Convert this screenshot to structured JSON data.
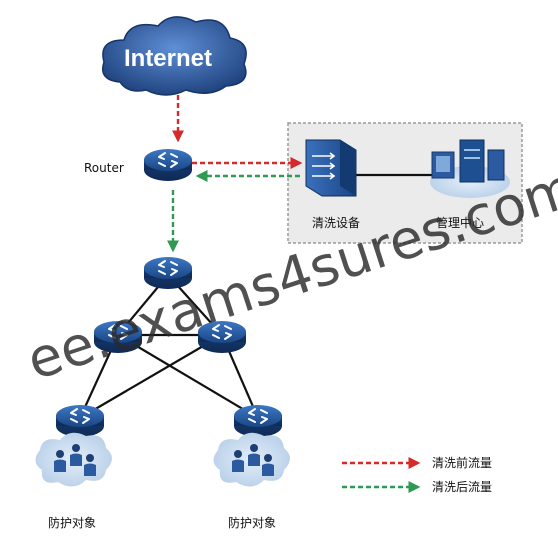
{
  "diagram": {
    "internet_label": "Internet",
    "router_label": "Router",
    "cleaning_device_label": "清洗设备",
    "management_center_label": "管理中心",
    "protected_target_left_label": "防护对象",
    "protected_target_right_label": "防护对象"
  },
  "legend": {
    "before_cleaning": {
      "label": "清洗前流量",
      "color": "#d42a2a"
    },
    "after_cleaning": {
      "label": "清洗后流量",
      "color": "#2f9a52"
    }
  },
  "watermark": "ee.exams4sures.com",
  "colors": {
    "cloud_dark": "#2d5a9e",
    "router_blue": "#1e4f90",
    "zone_fill": "#ebebeb",
    "zone_border": "#9a9a9a",
    "link_black": "#111111"
  }
}
